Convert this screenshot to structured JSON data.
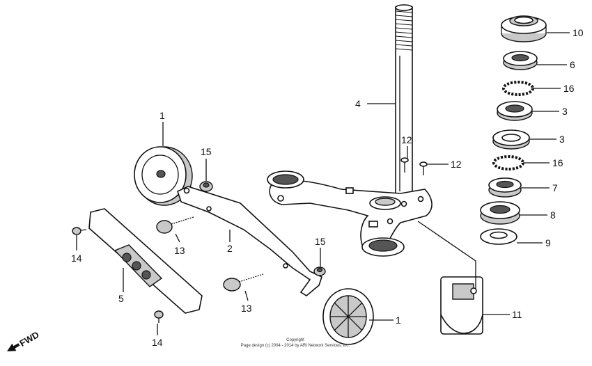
{
  "diagram": {
    "callouts": [
      {
        "id": "c1a",
        "text": "1"
      },
      {
        "id": "c1b",
        "text": "1"
      },
      {
        "id": "c2",
        "text": "2"
      },
      {
        "id": "c3a",
        "text": "3"
      },
      {
        "id": "c3b",
        "text": "3"
      },
      {
        "id": "c4",
        "text": "4"
      },
      {
        "id": "c5",
        "text": "5"
      },
      {
        "id": "c6",
        "text": "6"
      },
      {
        "id": "c7",
        "text": "7"
      },
      {
        "id": "c8",
        "text": "8"
      },
      {
        "id": "c9",
        "text": "9"
      },
      {
        "id": "c10",
        "text": "10"
      },
      {
        "id": "c11",
        "text": "11"
      },
      {
        "id": "c12a",
        "text": "12"
      },
      {
        "id": "c12b",
        "text": "12"
      },
      {
        "id": "c13a",
        "text": "13"
      },
      {
        "id": "c13b",
        "text": "13"
      },
      {
        "id": "c14a",
        "text": "14"
      },
      {
        "id": "c14b",
        "text": "14"
      },
      {
        "id": "c15a",
        "text": "15"
      },
      {
        "id": "c15b",
        "text": "15"
      },
      {
        "id": "c16a",
        "text": "16"
      },
      {
        "id": "c16b",
        "text": "16"
      }
    ],
    "fwd_label": "FWD",
    "copyright_line1": "Copyright",
    "copyright_line2": "Page design (c) 2004 - 2014 by ARI Network Services, Inc."
  }
}
